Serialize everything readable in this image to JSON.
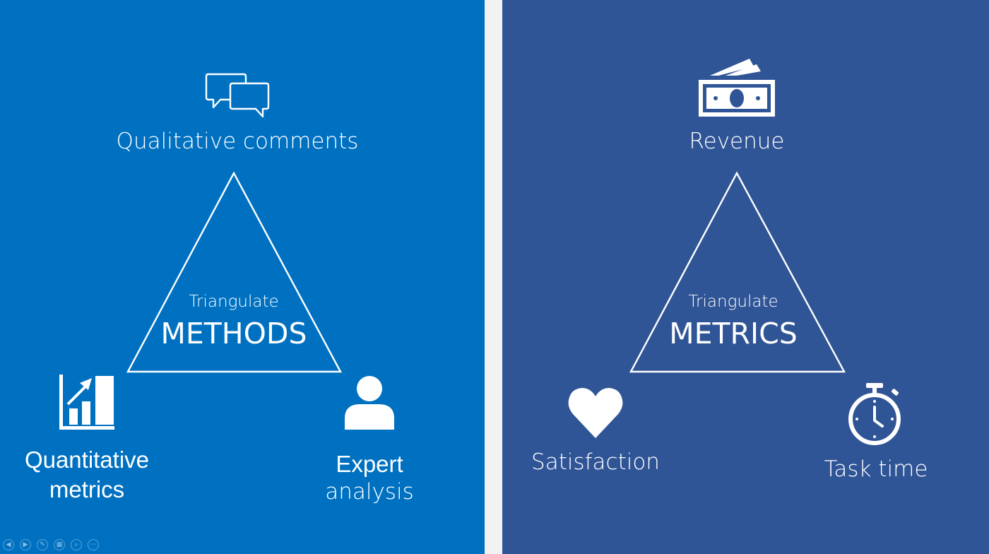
{
  "left_panel": {
    "top_label": "Qualitative comments",
    "center_small": "Triangulate",
    "center_big": "METHODS",
    "bottom_left_line1": "Quantitative",
    "bottom_left_line2": "metrics",
    "bottom_right_line1": "Expert",
    "bottom_right_line2": "analysis",
    "icons": [
      "speech-bubbles-icon",
      "bar-chart-growth-icon",
      "person-icon"
    ]
  },
  "right_panel": {
    "top_label": "Revenue",
    "center_small": "Triangulate",
    "center_big": "METRICS",
    "bottom_left": "Satisfaction",
    "bottom_right": "Task time",
    "icons": [
      "money-bills-icon",
      "heart-icon",
      "stopwatch-icon"
    ]
  },
  "controls": {
    "items": [
      {
        "name": "prev-slide",
        "glyph": "◀"
      },
      {
        "name": "next-slide",
        "glyph": "▶"
      },
      {
        "name": "pen",
        "glyph": "✎"
      },
      {
        "name": "slides-grid",
        "glyph": "▦"
      },
      {
        "name": "zoom",
        "glyph": "⌕"
      },
      {
        "name": "more",
        "glyph": "⋯"
      }
    ]
  },
  "colors": {
    "left_bg": "#0071c1",
    "right_bg": "#305596",
    "divider": "#f2f2f2",
    "foreground": "#ffffff"
  }
}
